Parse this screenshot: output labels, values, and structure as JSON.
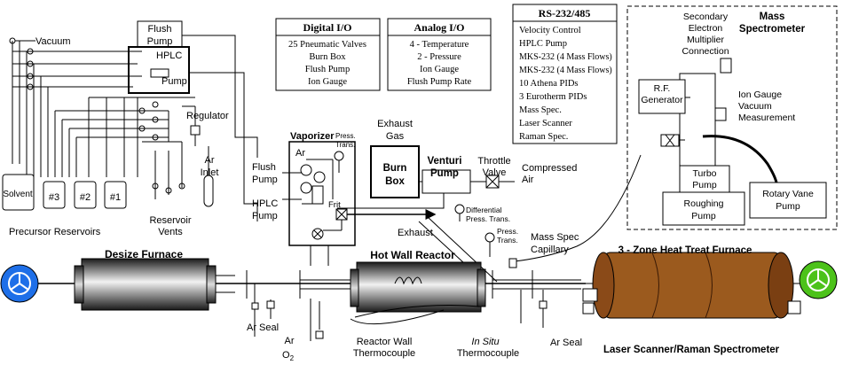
{
  "io_boxes": {
    "digital": {
      "title": "Digital I/O",
      "lines": [
        "25 Pneumatic Valves",
        "Burn Box",
        "Flush Pump",
        "Ion Gauge"
      ]
    },
    "analog": {
      "title": "Analog I/O",
      "lines": [
        "4 - Temperature",
        "2 - Pressure",
        "Ion Gauge",
        "Flush Pump Rate"
      ]
    },
    "rs232": {
      "title": "RS-232/485",
      "lines": [
        "Velocity Control",
        "HPLC Pump",
        "MKS-232 (4 Mass Flows)",
        "MKS-232 (4 Mass Flows)",
        "10 Athena PIDs",
        "3 Eurotherm PIDs",
        "Mass Spec.",
        "Laser Scanner",
        "Raman Spec."
      ]
    }
  },
  "mass_spec": {
    "title_line1": "Mass",
    "title_line2": "Spectrometer",
    "secondary_1": "Secondary",
    "secondary_2": "Electron",
    "secondary_3": "Multiplier",
    "secondary_4": "Connection",
    "rf_1": "R.F.",
    "rf_2": "Generator",
    "ion_1": "Ion Gauge",
    "ion_2": "Vacuum",
    "ion_3": "Measurement",
    "turbo_1": "Turbo",
    "turbo_2": "Pump",
    "rough_1": "Roughing",
    "rough_2": "Pump",
    "rotary_1": "Rotary Vane",
    "rotary_2": "Pump"
  },
  "labels": {
    "flush_pump_top_1": "Flush",
    "flush_pump_top_2": "Pump",
    "vacuum": "Vacuum",
    "hplc": "HPLC",
    "pump": "Pump",
    "regulator": "Regulator",
    "solvent": "Solvent",
    "r3": "#3",
    "r2": "#2",
    "r1": "#1",
    "ar_inlet_1": "Ar",
    "ar_inlet_2": "Inlet",
    "precursor": "Precursor Reservoirs",
    "reservoir_1": "Reservoir",
    "reservoir_2": "Vents",
    "flush_pump_1": "Flush",
    "flush_pump_2": "Pump",
    "hplc_pump_1": "HPLC",
    "hplc_pump_2": "Pump",
    "vaporizer": "Vaporizer",
    "ar_vap": "Ar",
    "press_1": "Press.",
    "press_2": "Trans.",
    "frit": "Frit",
    "exhaust_gas_1": "Exhaust",
    "exhaust_gas_2": "Gas",
    "burn_1": "Burn",
    "burn_2": "Box",
    "venturi_1": "Venturi",
    "venturi_2": "Pump",
    "throttle_1": "Throttle",
    "throttle_2": "Valve",
    "compressed_1": "Compressed",
    "compressed_2": "Air",
    "diff_1": "Differential",
    "diff_2": "Press. Trans.",
    "press2_1": "Press.",
    "press2_2": "Trans.",
    "exhaust": "Exhaust",
    "capillary_1": "Mass Spec",
    "capillary_2": "Capillary",
    "desize": "Desize Furnace",
    "hot_wall": "Hot Wall Reactor",
    "zone": "3 - Zone Heat Treat Furnace",
    "ar_seal_left": "Ar Seal",
    "ar_o2_1": "Ar",
    "ar_o2_2": "O",
    "ar_o2_sub": "2",
    "reactor_wall_1": "Reactor Wall",
    "reactor_wall_2": "Thermocouple",
    "insitu_1": "In Situ",
    "insitu_2": "Thermocouple",
    "ar_seal_right": "Ar Seal",
    "laser": "Laser Scanner/Raman Spectrometer"
  },
  "colors": {
    "spool_left": "#1e6fe8",
    "spool_right": "#4cc21a",
    "heat_treat": "#9b5a1e",
    "furnace_grey": "#777777"
  }
}
